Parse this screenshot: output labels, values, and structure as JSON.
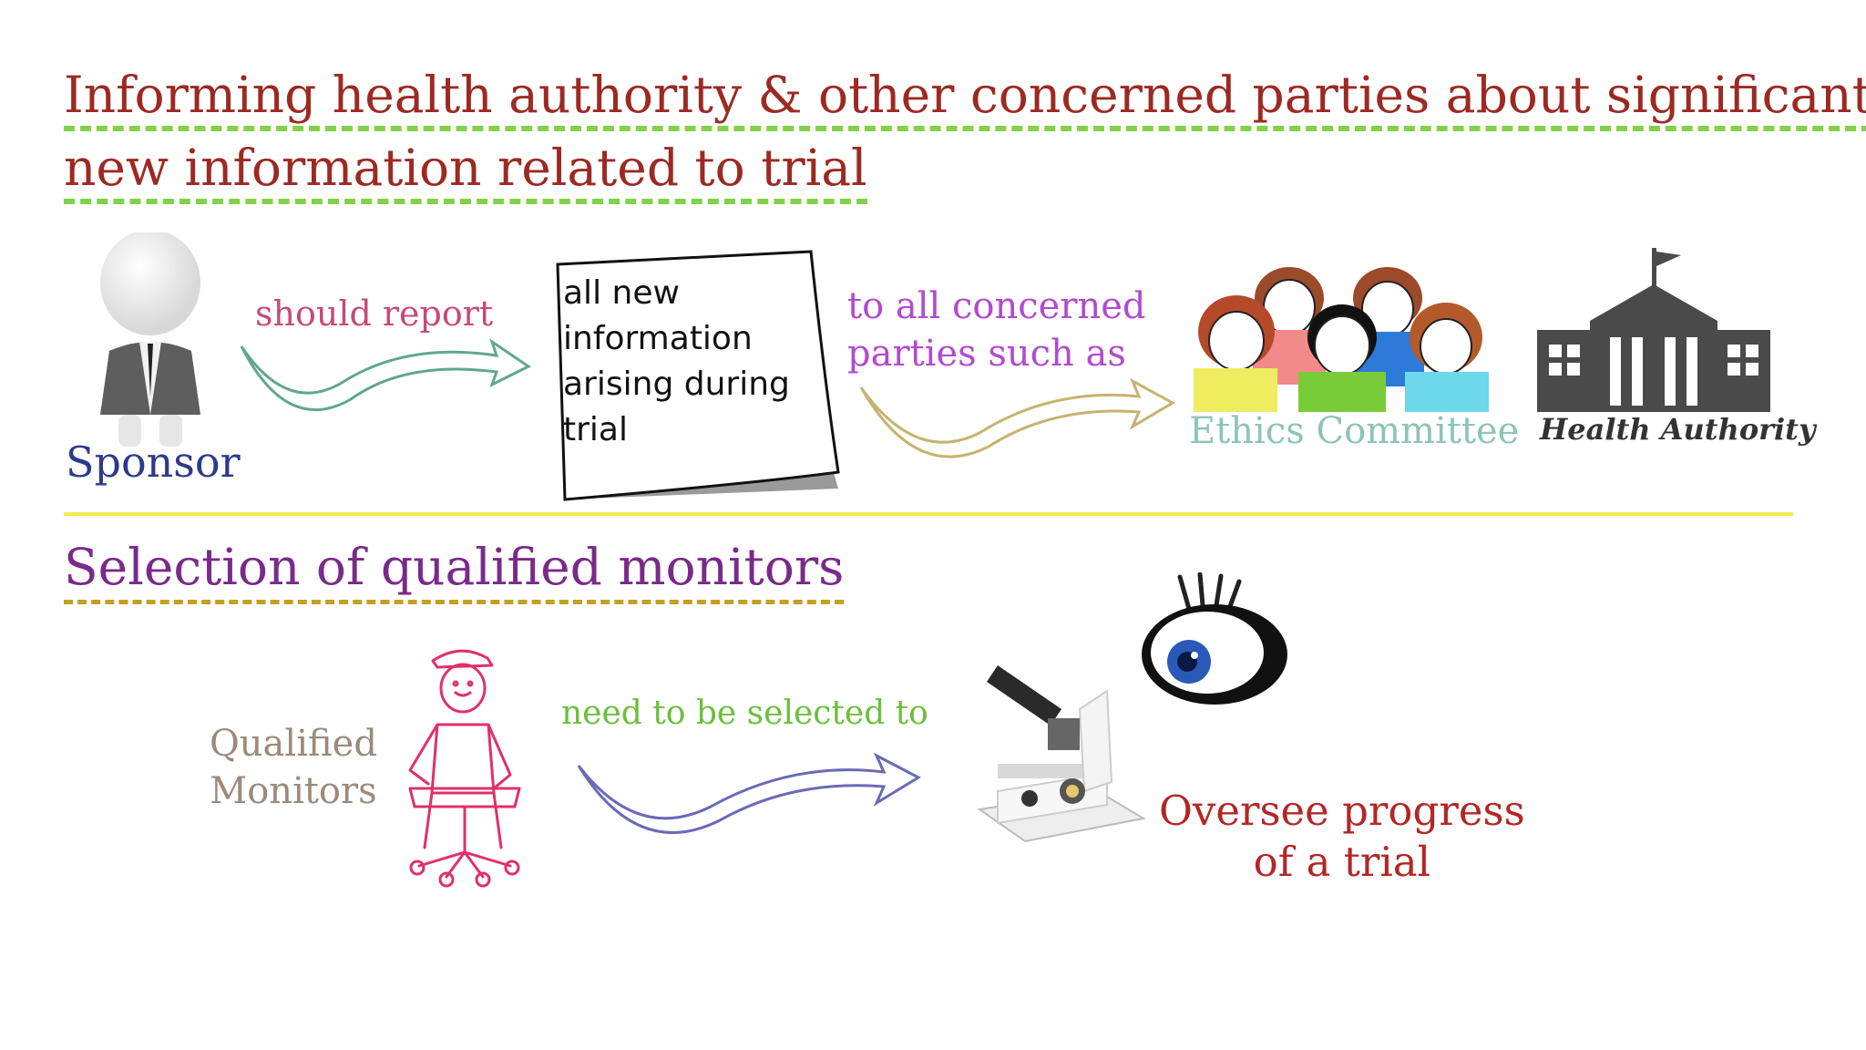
{
  "section1": {
    "title_line1": "Informing health authority & other concerned  parties about significant",
    "title_line2": "new information related to trial",
    "sponsor_label": "Sponsor",
    "should_report_label": "should report",
    "note_text": "all new\ninformation\narising during\ntrial",
    "to_all_label_line1": "to all concerned",
    "to_all_label_line2": "parties such as",
    "ethics_label": "Ethics Committee",
    "health_label": "Health Authority"
  },
  "section2": {
    "title": "Selection of qualified monitors",
    "monitors_label_line1": "Qualified",
    "monitors_label_line2": "Monitors",
    "need_label": "need to be selected to",
    "oversee_line1": "Oversee progress",
    "oversee_line2": "of a trial"
  },
  "colors": {
    "title1": "#9c2a22",
    "title2": "#7a2a8a",
    "underline1": "#7fd34a",
    "underline2": "#c4a020",
    "separator": "#f1ec52"
  },
  "icons": [
    "sponsor-figure-icon",
    "document-note-icon",
    "committee-people-icon",
    "government-building-icon",
    "monitor-person-icon",
    "microscope-icon",
    "eye-icon"
  ]
}
